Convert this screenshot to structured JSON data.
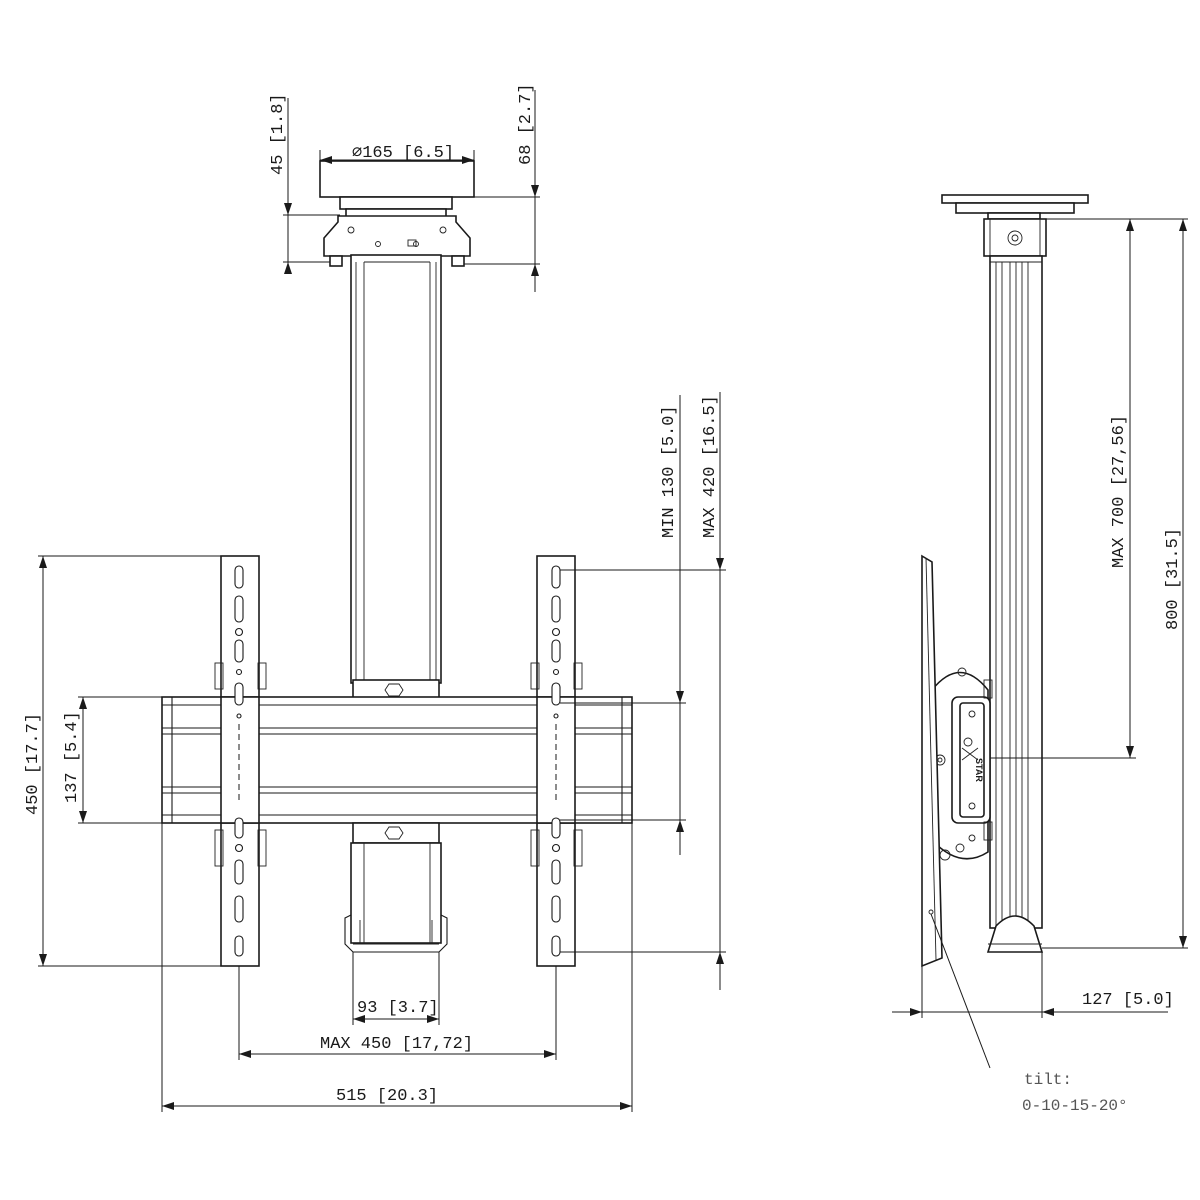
{
  "dimensions": {
    "plate_diameter": "⌀165 [6.5]",
    "plate_height": "45 [1.8]",
    "head_height": "68 [2.7]",
    "min_drop": "MIN 130 [5.0]",
    "max_drop": "MAX 420 [16.5]",
    "overall_height": "450 [17.7]",
    "rail_height": "137 [5.4]",
    "clamp_width": "93 [3.7]",
    "max_hole_spacing": "MAX 450 [17,72]",
    "overall_width": "515 [20.3]",
    "max_pole": "MAX 700 [27,56]",
    "overall_pole": "800 [31.5]",
    "depth": "127 [5.0]"
  },
  "notes": {
    "tilt_label": "tilt:",
    "tilt_values": "0-10-15-20°"
  }
}
